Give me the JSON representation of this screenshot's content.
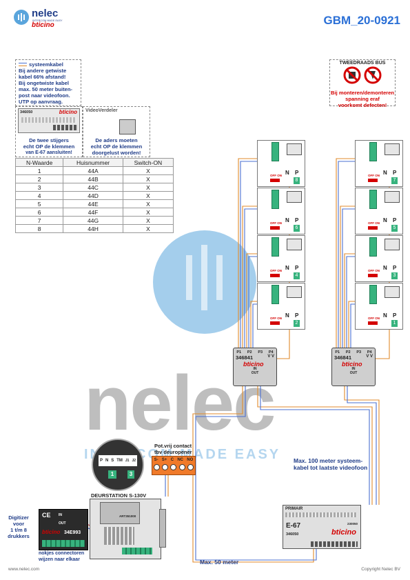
{
  "header": {
    "brand": "nelec",
    "brand_tagline": "INTERCOM MADE EASY",
    "bticino": "bticino",
    "doc_code": "GBM_20-0921"
  },
  "cable_note": {
    "legend": "systeemkabel",
    "lines": [
      "Bij andere getwiste",
      "kabel 66% afstand!",
      "Bij ongetwiste kabel",
      "max. 50 meter buiten-",
      "post naar videofoon.",
      "UTP op aanvraag."
    ]
  },
  "bus_warning": {
    "title": "TWEEDRAADS BUS",
    "lines": [
      "Bij monteren/demonteren",
      "spanning eraf",
      "voorkomt defecten!"
    ]
  },
  "riser_note": {
    "device_code": "346050",
    "lines": [
      "De twee stijgers",
      "echt OP de klemmen",
      "van E-67 aansluiten!"
    ]
  },
  "video_splitter": {
    "title": "VideoVerdeler",
    "lines": [
      "De aders moeten",
      "echt OP de klemmen",
      "doorgelust worden!"
    ]
  },
  "table": {
    "headers": [
      "N-Waarde",
      "Huisnummer",
      "Switch-ON"
    ],
    "rows": [
      [
        "1",
        "44A",
        "X"
      ],
      [
        "2",
        "44B",
        "X"
      ],
      [
        "3",
        "44C",
        "X"
      ],
      [
        "4",
        "44D",
        "X"
      ],
      [
        "5",
        "44E",
        "X"
      ],
      [
        "6",
        "44F",
        "X"
      ],
      [
        "7",
        "44G",
        "X"
      ],
      [
        "8",
        "44H",
        "X"
      ]
    ]
  },
  "monitors": {
    "n_label": "N",
    "p_label": "P",
    "off_on": "OFF ON",
    "left_values": [
      "8",
      "6",
      "4",
      "2"
    ],
    "right_values": [
      "7",
      "5",
      "3",
      "1"
    ]
  },
  "distributors": {
    "code": "346841",
    "ports": [
      "P1",
      "P2",
      "P3",
      "P4"
    ],
    "vv": "V V",
    "in": "IN",
    "out": "OUT"
  },
  "keypad": {
    "terminals": [
      "P",
      "N",
      "S",
      "TM",
      "J1",
      "J2"
    ],
    "left_value": "1",
    "right_value": "3"
  },
  "relay": {
    "title_line1": "Pot.vrij contact",
    "title_line2": "tbv deuropener",
    "terminals": [
      "S-",
      "S+",
      "C",
      "NC",
      "NO"
    ]
  },
  "door_station": {
    "title": "DEURSTATION S-130V",
    "code": "ART351000"
  },
  "digitizer": {
    "label_lines": [
      "Digitizer",
      "voor",
      "1 t/m 8",
      "drukkers"
    ],
    "code": "34E993",
    "in": "IN",
    "out": "OUT",
    "note_lines": [
      "nokjes connectoren",
      "wijzen naar elkaar"
    ]
  },
  "power_supply": {
    "primary": "PRIMAIR",
    "name": "E-67",
    "code": "346050",
    "side_code": "230050"
  },
  "annotations": {
    "max100_line1": "Max. 100 meter systeem-",
    "max100_line2": "kabel tot laatste videofoon",
    "max50": "Max. 50 meter"
  },
  "watermark": {
    "name": "nelec",
    "tagline": "INTERCOM MADE EASY"
  },
  "footer": {
    "website": "www.nelec.com",
    "copyright": "Copyright Nelec BV"
  },
  "colors": {
    "brand_blue": "#1f3c88",
    "accent_blue": "#2a6fd6",
    "warning_red": "#d40000",
    "cable_orange": "#e08a2b",
    "cable_blue": "#4a6fd0",
    "relay_orange": "#f07a2a",
    "terminal_green": "#37b37e",
    "watermark_blue": "#5aa5dc"
  }
}
